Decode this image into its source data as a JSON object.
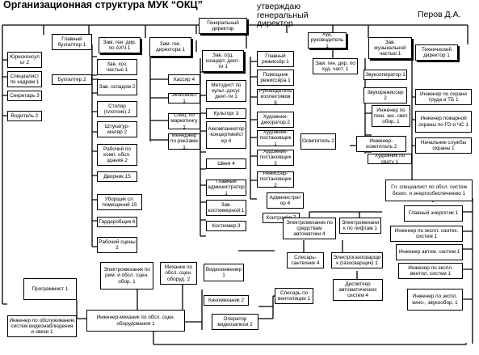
{
  "header": {
    "title": "Организационная структура МУК “ОКЦ”",
    "approval": "утверждаю генеральный директор",
    "signature": "Перов Д.А."
  },
  "colors": {
    "line": "#000000",
    "box_border": "#000000",
    "background": "#ffffff",
    "text": "#000000"
  },
  "boxes": {
    "gen_dir": "Генеральный директор",
    "yurist": "Юрисконсульт 2",
    "kadry": "Специалист по кадрам 1",
    "sekretar": "Секретарь 3",
    "voditel": "Водитель 2",
    "gl_buh": "Главный бухгалтер 1",
    "buh": "Бухгалтер 2",
    "zam_ahch": "Зам. ген. дир. по АХЧ 1",
    "zav_hoz": "Зав. хоз. частью 1",
    "zav_sklad": "Зав. складом 2",
    "stolyar": "Столяр (плотник) 2",
    "shtukatur": "Штукатур-маляр 2",
    "rabochiy_zd": "Рабочий по комп. обсл. здания 2",
    "dvorniki": "Дворник 15",
    "uborshik": "Уборщик сл. помещений 15",
    "garderob": "Гардеробщик 6",
    "rab_sceny": "Рабочий сцены 2",
    "zam_dir": "Зам. ген. директора 1",
    "kassir": "Кассир 4",
    "ekonomist": "Экономист 1",
    "spec_mark": "Спец. по маркетингу 1",
    "menedzher": "Менеджер по рекламе 1",
    "zav_konc": "Зав. отд. концерт. деят-ти 1",
    "metodist": "Методист по культ.-досуг. деят-ти 1",
    "kultorg": "Культорг 3",
    "akkomp": "Аккомпаниатор-концертмейстер 4",
    "shveya": "Швея 4",
    "gl_admin": "Главный администратор 1",
    "zav_kost": "Зав. костюмерной 1",
    "kostumer": "Костюмер 3",
    "gl_rezh": "Главный режиссёр 1",
    "pom_rezh": "Помощник режиссёра 1",
    "ruk_koll": "Руководитель коллективов 8",
    "hud_dek": "Художник-декоратор 2",
    "hud_post1": "Художник-постановщик 1",
    "hud_post2": "Художник-постановщик 2",
    "rezh_post": "Режиссер-постановщик 2",
    "administrator": "Администратор 4",
    "kontroler": "Контролёр 7",
    "hud_ruk": "Худ. руководитель 1",
    "zam_hud": "Зам. ген. дир. по худ. част. 1",
    "zav_muz": "Зав. музыкальной частью 1",
    "zvukooper": "Звукооператор 1",
    "zvukorezh": "Звукорежиссер 2",
    "inzh_svet": "Инженер по техн. экс. свет. обор. 1",
    "osvetitel": "Осветитель 2",
    "inzh_osvet": "Инженер-осветитель 2",
    "hud_svet": "Художник по свету 1",
    "teh_dir": "Технический директор 1",
    "inzh_ohr": "Инженер по охране труда и ТБ 1",
    "inzh_pozh": "Инженер пожарной охраны по ГО и ЧС 1",
    "nach_sl": "Начальник службы охраны 1",
    "gl_spec": "Гл. специалист по обсл. систем безоп. и энергообеспечению 1",
    "gl_energ": "Главный энергетик 1",
    "inzh_santeh": "Инженер по экспл. сантех. систем 1",
    "inzh_avt": "Инженер автом. систем 1",
    "inzh_vent": "Инженер по экспл. вентил. систем 1",
    "inzh_kino": "Инженер по экспл. кино-, звукообор. 1",
    "elmeh_avt": "Электромеханик по средствам автоматики 4",
    "elmeh_lift": "Электромеханик по лифтам 1",
    "slesar_sant": "Слесарь-сантехник 4",
    "elgazosv": "Электрогазосварщик (газосварщик) 1",
    "dispetcher": "Диспетчер автоматических систем 4",
    "slesar_vent": "Слесарь по вентиляции 1",
    "videoinzh": "Видеоинженер 1",
    "kinomeh": "Киномеханик 2",
    "oper_video": "Оператор видеозаписи 2",
    "elmeh_rem": "Электромеханик по рем. и обсл. сцен. обор. 1",
    "meh_rem": "Механик по обсл. сцен. оборуд. 2",
    "inzh_meh": "Инженер-механик по обсл. сцен. оборудования 1",
    "programmist": "Программист 1",
    "inzh_video": "Инженер по обслуживанию систем видеонаблюдения и связи 1"
  }
}
